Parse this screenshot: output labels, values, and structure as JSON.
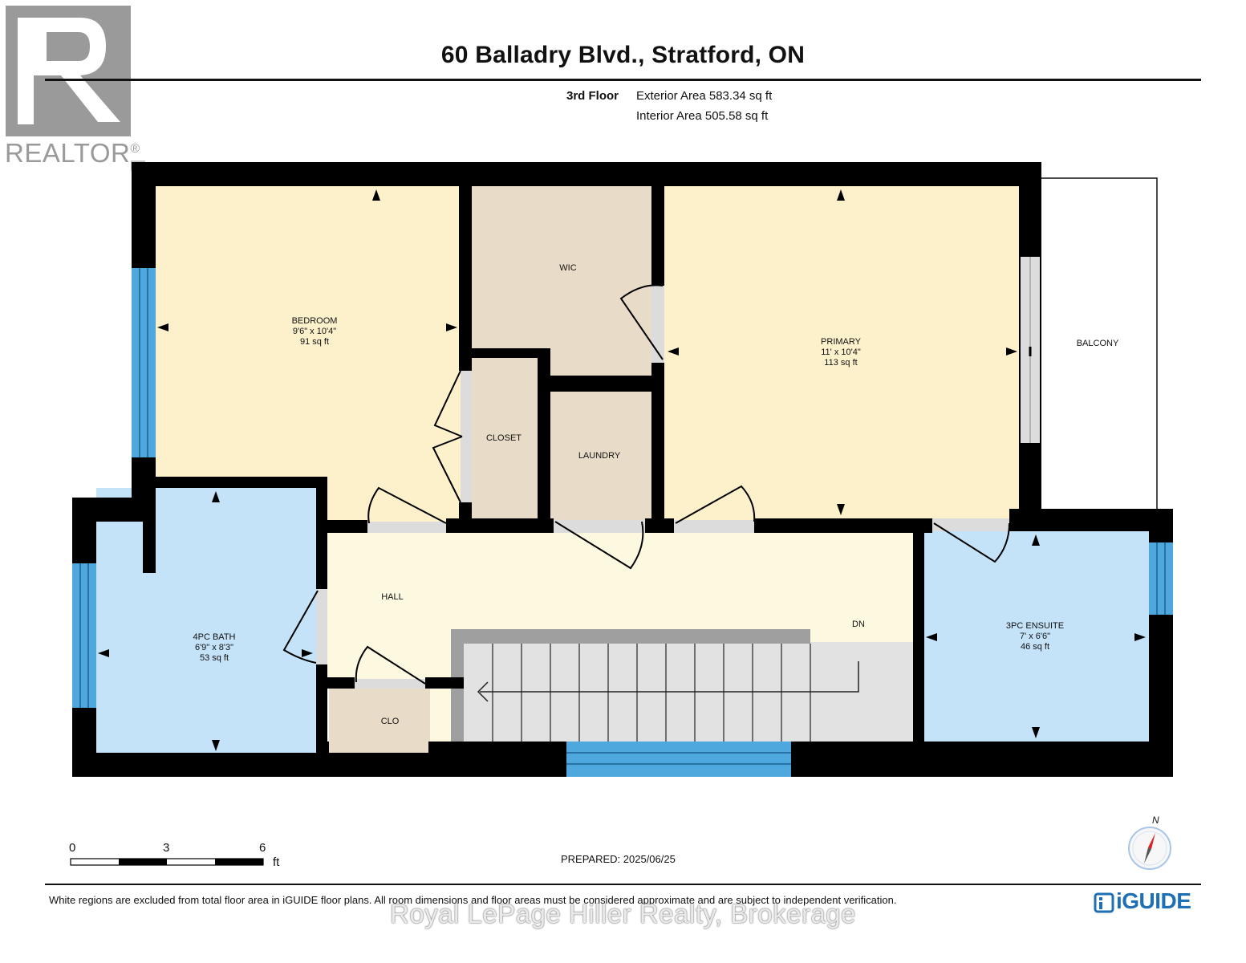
{
  "header": {
    "title": "60 Balladry Blvd., Stratford, ON",
    "floor": "3rd Floor",
    "exterior_area": "Exterior Area 583.34 sq ft",
    "interior_area": "Interior Area 505.58 sq ft"
  },
  "logo": {
    "text": "REALTOR",
    "reg": "®"
  },
  "rooms": {
    "bedroom": {
      "name": "BEDROOM",
      "dims": "9'6\" x 10'4\"",
      "area": "91 sq ft"
    },
    "wic": {
      "name": "WIC"
    },
    "primary": {
      "name": "PRIMARY",
      "dims": "11' x 10'4\"",
      "area": "113 sq ft"
    },
    "balcony": {
      "name": "BALCONY"
    },
    "closet": {
      "name": "CLOSET"
    },
    "laundry": {
      "name": "LAUNDRY"
    },
    "hall": {
      "name": "HALL"
    },
    "dn": {
      "name": "DN"
    },
    "bath": {
      "name": "4PC BATH",
      "dims": "6'9\" x 8'3\"",
      "area": "53 sq ft"
    },
    "ensuite": {
      "name": "3PC ENSUITE",
      "dims": "7' x 6'6\"",
      "area": "46 sq ft"
    },
    "clo": {
      "name": "CLO"
    }
  },
  "scale": {
    "t0": "0",
    "t3": "3",
    "t6": "6",
    "unit": "ft"
  },
  "prepared": "PREPARED: 2025/06/25",
  "compass": {
    "north": "N"
  },
  "footer": {
    "disclaimer": "White regions are excluded from total floor area in iGUIDE floor plans. All room dimensions and floor areas must be considered approximate and are subject to independent verification.",
    "brand": "iGUIDE",
    "watermark": "Royal LePage Hiller Realty, Brokerage"
  },
  "colors": {
    "bedroom": "#fdf1cc",
    "closet": "#e8dcc8",
    "bath": "#c4e3f8",
    "hall": "#fdf8e0",
    "stairs": "#e2e2e2",
    "wall": "#000000",
    "window": "#4fa8dd",
    "logo": "#9a9a9a",
    "brand": "#1f6fb5"
  }
}
